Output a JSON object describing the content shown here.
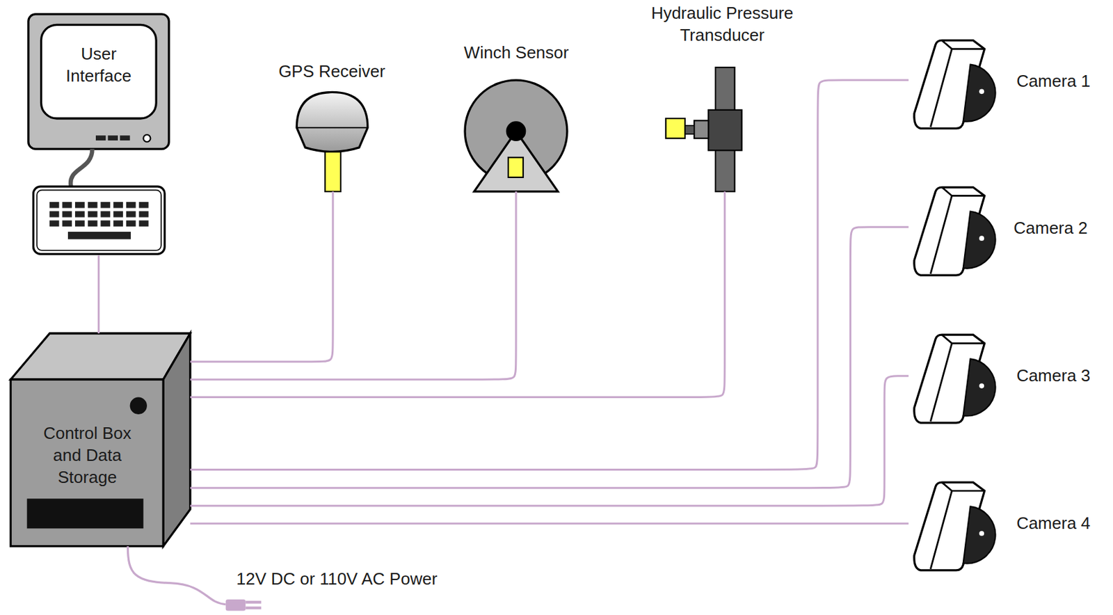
{
  "diagram": {
    "nodes": [
      {
        "text": [
          "User Interface"
        ]
      },
      {
        "text": [
          "GPS Receiver"
        ]
      },
      {
        "text": [
          "Winch Sensor"
        ]
      },
      {
        "text": [
          "Hydraulic Pressure Transducer"
        ]
      },
      {
        "text": [
          "Camera 1"
        ]
      },
      {
        "text": [
          "Camera 2"
        ]
      },
      {
        "text": [
          "Camera 3"
        ]
      },
      {
        "text": [
          "Camera 4"
        ]
      },
      {
        "text": [
          "Control Box and Data Storage"
        ]
      }
    ],
    "edges": [
      {
        "from": 0,
        "to": 8,
        "arrow": "none"
      },
      {
        "from": 8,
        "to": 1,
        "arrow": "none"
      },
      {
        "from": 8,
        "to": 2,
        "arrow": "none"
      },
      {
        "from": 8,
        "to": 3,
        "arrow": "none"
      },
      {
        "from": 8,
        "to": 4,
        "arrow": "none"
      },
      {
        "from": 8,
        "to": 5,
        "arrow": "none"
      },
      {
        "from": 8,
        "to": 6,
        "arrow": "none"
      },
      {
        "from": 8,
        "to": 7,
        "arrow": "none"
      }
    ],
    "labels": [
      "12V DC or 110V AC Power"
    ]
  }
}
